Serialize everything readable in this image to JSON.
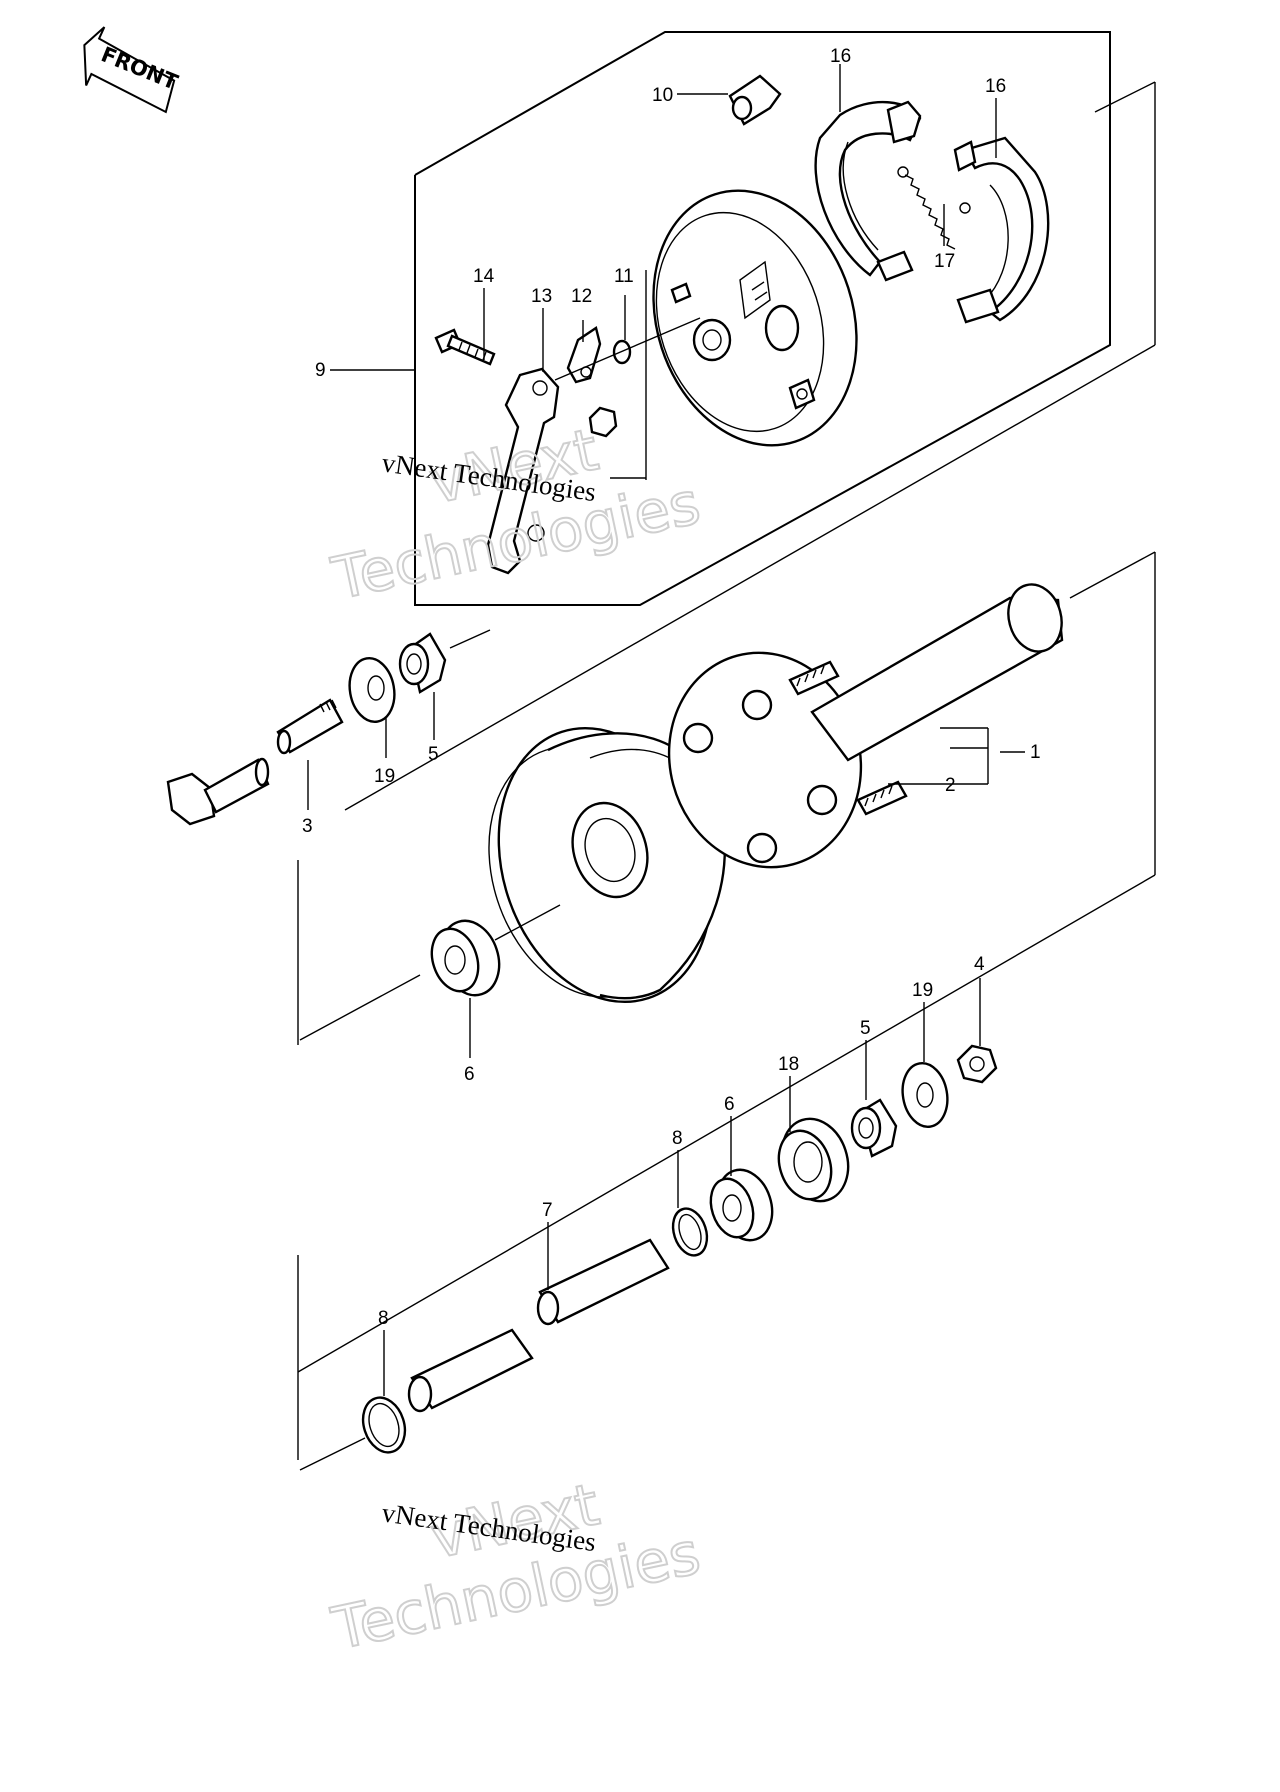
{
  "front_label": "FRONT",
  "watermark": {
    "line_top": "vNext Technologies",
    "line_bottom": "vNext Technologies",
    "ghost_top_1": "vNext",
    "ghost_top_2": "Technologies",
    "ghost_bottom_1": "vNext",
    "ghost_bottom_2": "Technologies"
  },
  "callouts": {
    "p1": "1",
    "p2": "2",
    "p3": "3",
    "p4": "4",
    "p5a": "5",
    "p5b": "5",
    "p6a": "6",
    "p6b": "6",
    "p7": "7",
    "p8a": "8",
    "p8b": "8",
    "p9": "9",
    "p10": "10",
    "p11": "11",
    "p12": "12",
    "p13": "13",
    "p14": "14",
    "p16a": "16",
    "p16b": "16",
    "p17": "17",
    "p18": "18",
    "p19a": "19",
    "p19b": "19"
  }
}
